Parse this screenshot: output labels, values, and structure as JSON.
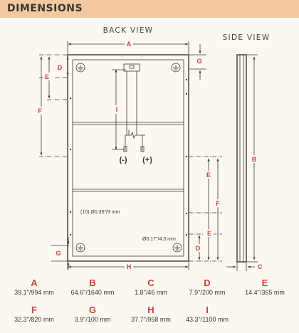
{
  "header": {
    "title": "DIMENSIONS"
  },
  "views": {
    "back": "BACK VIEW",
    "side": "SIDE VIEW"
  },
  "diagram": {
    "letters": {
      "A": "A",
      "B": "B",
      "C": "C",
      "D": "D",
      "E": "E",
      "F": "F",
      "G": "G",
      "H": "H",
      "I": "I"
    },
    "notes": {
      "holes": "(10) Ø0.35\"/9 mm",
      "ground": "Ø0.17\"/4.3 mm"
    },
    "polarity": {
      "neg": "(-)",
      "pos": "(+)"
    }
  },
  "specs": [
    {
      "letter": "A",
      "value": "39.1\"/994 mm"
    },
    {
      "letter": "B",
      "value": "64.6\"/1640 mm"
    },
    {
      "letter": "C",
      "value": "1.8\"/46 mm"
    },
    {
      "letter": "D",
      "value": "7.9\"/200 mm"
    },
    {
      "letter": "E",
      "value": "14.4\"/365 mm"
    },
    {
      "letter": "F",
      "value": "32.3\"/820 mm"
    },
    {
      "letter": "G",
      "value": "3.9\"/100 mm"
    },
    {
      "letter": "H",
      "value": "37.7\"/958 mm"
    },
    {
      "letter": "I",
      "value": "43.3\"/1100 mm"
    }
  ]
}
